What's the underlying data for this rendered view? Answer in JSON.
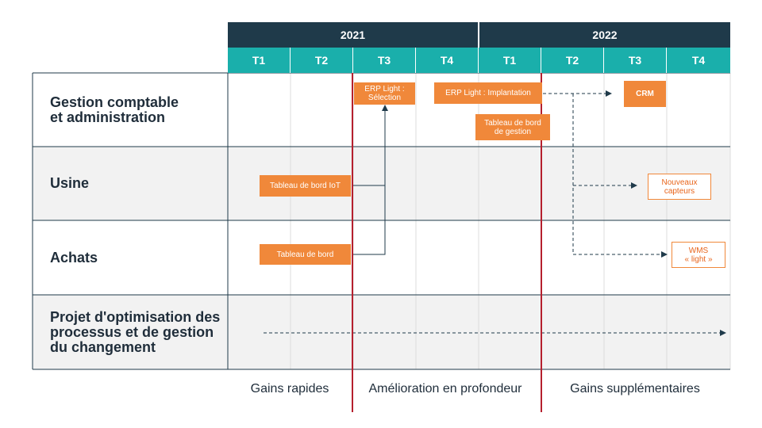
{
  "years": [
    "2021",
    "2022"
  ],
  "quarters": [
    "T1",
    "T2",
    "T3",
    "T4",
    "T1",
    "T2",
    "T3",
    "T4"
  ],
  "rows": [
    {
      "label": "Gestion comptable\net administration"
    },
    {
      "label": "Usine"
    },
    {
      "label": "Achats"
    },
    {
      "label": "Projet d'optimisation des\nprocessus et de gestion\ndu changement"
    }
  ],
  "boxes": {
    "erp_selection": "ERP Light :\nSélection",
    "erp_implantation": "ERP Light : Implantation",
    "tableau_gestion": "Tableau de bord\nde gestion",
    "crm": "CRM",
    "tableau_iot": "Tableau de bord IoT",
    "nouveaux_capteurs": "Nouveaux\ncapteurs",
    "tableau_bord": "Tableau de bord",
    "wms": "WMS\n« light »"
  },
  "phases": [
    "Gains rapides",
    "Amélioration en profondeur",
    "Gains supplémentaires"
  ],
  "colors": {
    "header_dark": "#1f3a4a",
    "header_teal": "#1aafab",
    "accent_orange": "#f0883a",
    "divider_red": "#b5202e",
    "row_alt": "#f2f2f2"
  }
}
